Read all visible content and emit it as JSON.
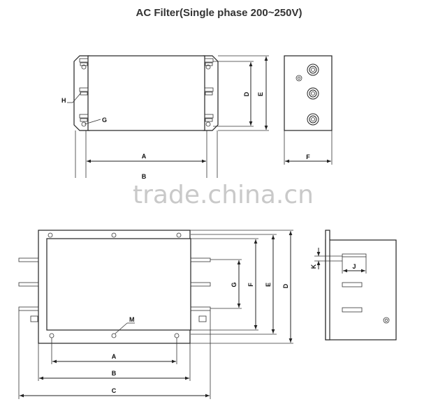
{
  "title": "AC  Filter(Single phase 200~250V)",
  "watermark": "trade.china.cn",
  "top_view": {
    "labels": {
      "A": "A",
      "B": "B",
      "D": "D",
      "E": "E",
      "F": "F",
      "G": "G",
      "H": "H"
    }
  },
  "bottom_view": {
    "labels": {
      "A": "A",
      "B": "B",
      "C": "C",
      "D": "D",
      "E": "E",
      "F": "F",
      "G": "G",
      "J": "J",
      "K": "K",
      "M": "M"
    }
  }
}
